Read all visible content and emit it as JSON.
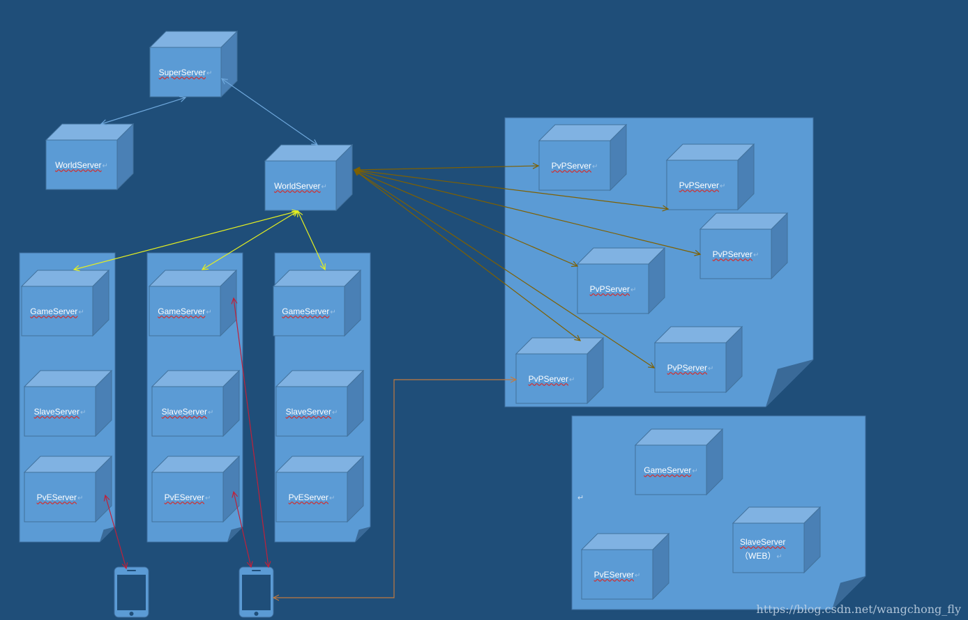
{
  "nodes": {
    "superserver": "SuperServer",
    "worldserver_left": "WorldServer",
    "worldserver_main": "WorldServer",
    "group1": [
      "GameServer",
      "SlaveServer",
      "PvEServer"
    ],
    "group2": [
      "GameServer",
      "SlaveServer",
      "PvEServer"
    ],
    "group3": [
      "GameServer",
      "SlaveServer",
      "PvEServer"
    ],
    "pvp": [
      "PvPServer",
      "PvPServer",
      "PvPServer",
      "PvPServer",
      "PvPServer",
      "PvPServer"
    ],
    "web_group": {
      "game": "GameServer",
      "pve": "PvEServer",
      "slave_line1": "SlaveServer",
      "slave_line2": "（WEB）"
    }
  },
  "paragraph_mark": "↵",
  "watermark": "https://blog.csdn.net/wangchong_fly",
  "colors": {
    "background": "#1f4e79",
    "panel": "#5b9bd5",
    "box_front": "#5b9bd5",
    "box_top": "#80b2e2",
    "box_side": "#4a80b5",
    "edge_blue": "#6fa8dc",
    "edge_yellow": "#e6f020",
    "edge_olive": "#7f6000",
    "edge_red": "#c0203a",
    "edge_orange": "#c07a40"
  }
}
